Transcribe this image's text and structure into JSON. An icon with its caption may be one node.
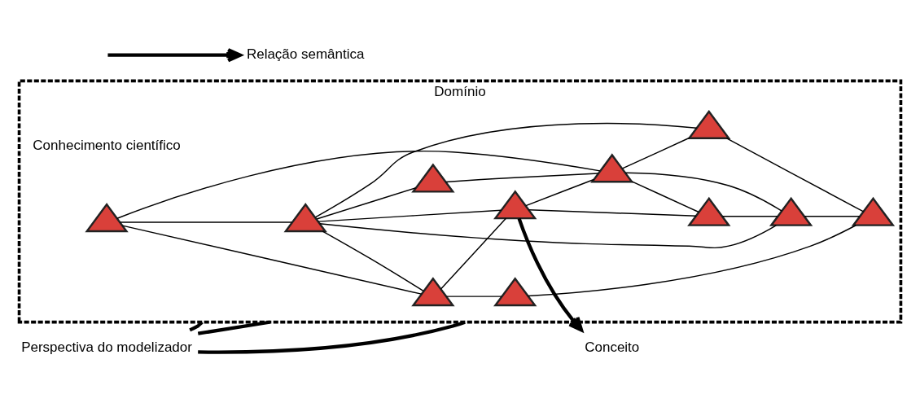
{
  "diagram": {
    "nodes": [
      {
        "text": [
          "Perspectiva do modelizador"
        ]
      },
      {
        "text": [
          "Domínio"
        ]
      },
      {
        "text": [],
        "shape": "triangle",
        "in": 1
      },
      {
        "text": [],
        "shape": "triangle",
        "in": 1
      },
      {
        "text": [],
        "shape": "triangle",
        "in": 1
      },
      {
        "text": [],
        "shape": "triangle",
        "in": 1
      },
      {
        "text": [],
        "shape": "triangle",
        "in": 1
      },
      {
        "text": [],
        "shape": "triangle",
        "in": 1
      },
      {
        "text": [],
        "shape": "triangle",
        "in": 1
      },
      {
        "text": [],
        "shape": "triangle",
        "in": 1
      },
      {
        "text": [],
        "shape": "triangle",
        "in": 1
      },
      {
        "text": [],
        "shape": "triangle",
        "in": 1
      },
      {
        "text": [],
        "shape": "triangle",
        "in": 1
      },
      {
        "text": [
          "Conceito"
        ]
      },
      {
        "text": [
          "Relação semântica"
        ]
      }
    ],
    "edges": [
      {
        "from": 0,
        "to": 1,
        "arrow": "none",
        "style": "thick"
      },
      {
        "from": 0,
        "to": 1,
        "arrow": "none",
        "style": "thick"
      },
      {
        "from": 0,
        "to": 1,
        "arrow": "none",
        "style": "thick"
      },
      {
        "from": 3,
        "to": 2,
        "arrow": "none"
      },
      {
        "from": 2,
        "to": 4,
        "arrow": "none"
      },
      {
        "from": 2,
        "to": 10,
        "arrow": "none"
      },
      {
        "from": 2,
        "to": 6,
        "arrow": "none"
      },
      {
        "from": 2,
        "to": 5,
        "arrow": "none"
      },
      {
        "from": 2,
        "to": 12,
        "arrow": "none"
      },
      {
        "from": 3,
        "to": 5,
        "arrow": "none"
      },
      {
        "from": 3,
        "to": 7,
        "arrow": "none"
      },
      {
        "from": 5,
        "to": 4,
        "arrow": "none"
      },
      {
        "from": 5,
        "to": 8,
        "arrow": "none"
      },
      {
        "from": 4,
        "to": 7,
        "arrow": "none"
      },
      {
        "from": 4,
        "to": 9,
        "arrow": "none"
      },
      {
        "from": 6,
        "to": 7,
        "arrow": "none"
      },
      {
        "from": 7,
        "to": 10,
        "arrow": "none"
      },
      {
        "from": 7,
        "to": 9,
        "arrow": "none"
      },
      {
        "from": 7,
        "to": 12,
        "arrow": "none"
      },
      {
        "from": 8,
        "to": 11,
        "arrow": "none"
      },
      {
        "from": 12,
        "to": 11,
        "arrow": "none"
      },
      {
        "from": 10,
        "to": 11,
        "arrow": "none"
      },
      {
        "from": 9,
        "to": 12,
        "arrow": "none"
      },
      {
        "from": 4,
        "to": 13,
        "arrow": "to",
        "style": "thick"
      },
      {
        "from": null,
        "to": 14,
        "arrow": "to",
        "style": "thick"
      }
    ],
    "labels": [
      "Conhecimento científico"
    ]
  }
}
